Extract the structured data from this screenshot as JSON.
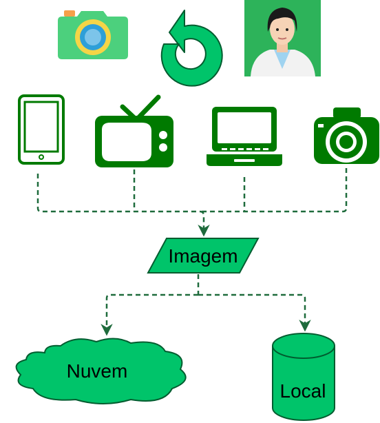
{
  "diagram": {
    "nodes": {
      "image": {
        "label": "Imagem"
      },
      "cloud": {
        "label": "Nuvem"
      },
      "local": {
        "label": "Local"
      }
    },
    "icons": [
      "camera-app-icon",
      "rotate-icon",
      "person-avatar-icon",
      "smartphone-icon",
      "television-icon",
      "laptop-icon",
      "photo-camera-icon"
    ],
    "colors": {
      "shape_fill": "#00C46A",
      "shape_stroke": "#005C2F",
      "device_green": "#007A00",
      "connector": "#1E6B3C",
      "avatar_bg": "#2DB35A",
      "camera_body": "#4CD07D",
      "camera_lens": "#F5D547",
      "camera_lens_inner": "#2E9FD8",
      "camera_flash": "#F5A04A"
    }
  }
}
